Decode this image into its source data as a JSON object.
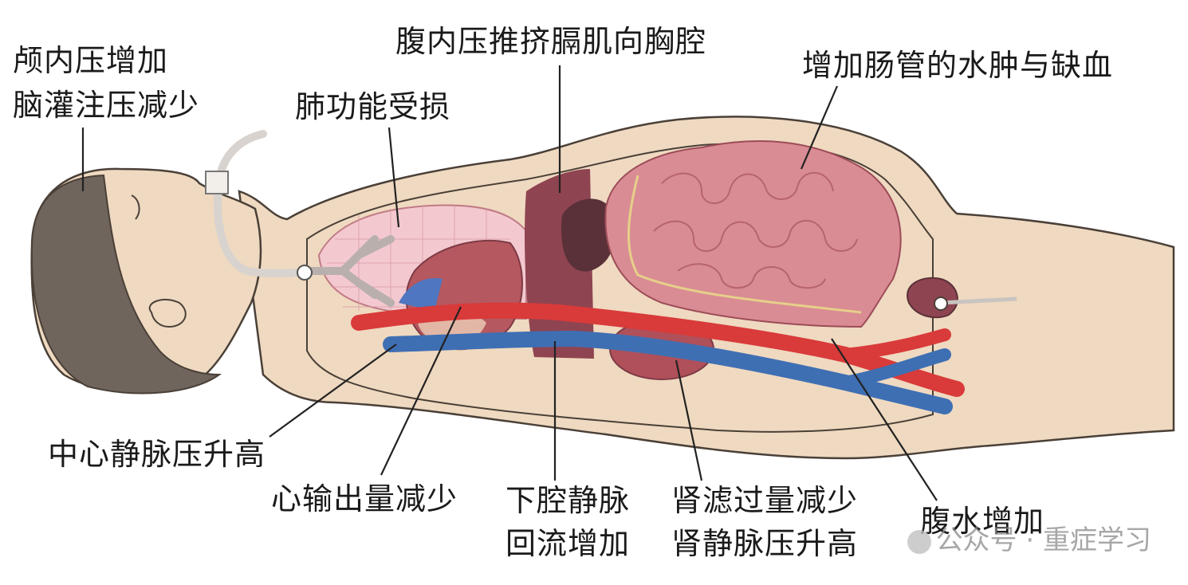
{
  "labels": {
    "intracranial_1": "颅内压增加",
    "intracranial_2": "脑灌注压减少",
    "diaphragm": "腹内压推挤膈肌向胸腔",
    "lung": "肺功能受损",
    "bowel": "增加肠管的水肿与缺血",
    "cvp": "中心静脉压升高",
    "cardiac_output": "心输出量减少",
    "ivc_1": "下腔静脉",
    "ivc_2": "回流增加",
    "renal_1": "肾滤过量减少",
    "renal_2": "肾静脉压升高",
    "ascites": "腹水增加"
  },
  "watermark": "公众号 · 重症学习",
  "colors": {
    "skin": "#efd9c0",
    "skin_outline": "#4a4038",
    "hair": "#6f655c",
    "lung": "#f3c9cf",
    "heart": "#b5585f",
    "liver": "#7e3a45",
    "bowel": "#d98c94",
    "artery": "#d93a3a",
    "vein": "#3f6fb3",
    "leader": "#222222"
  }
}
